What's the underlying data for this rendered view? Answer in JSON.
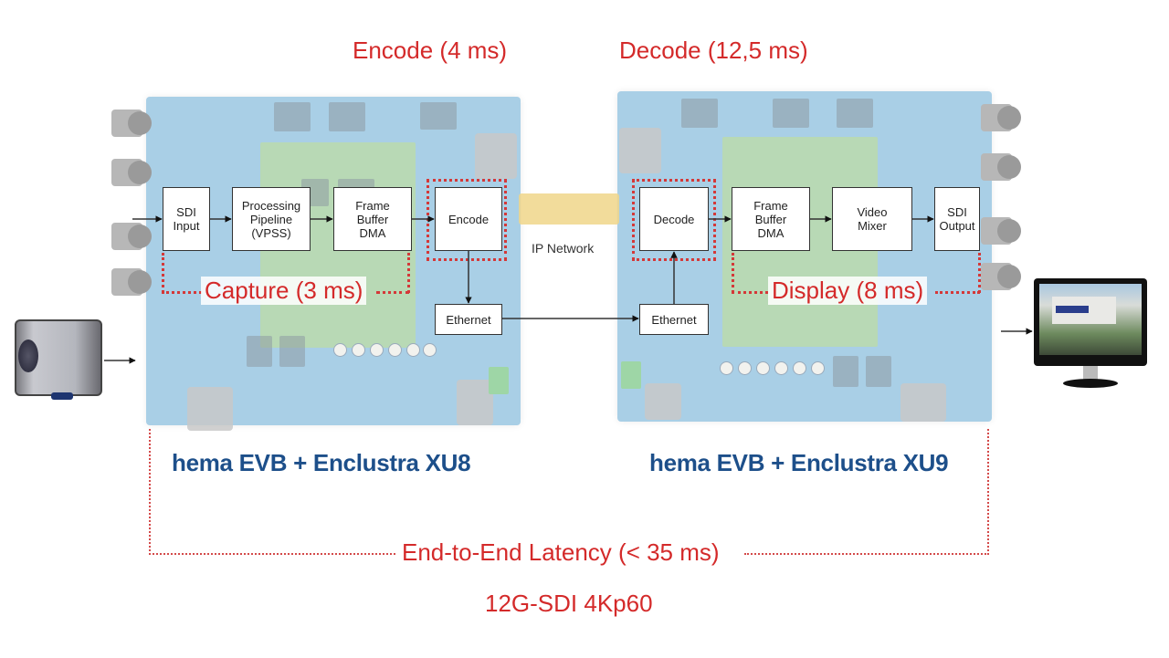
{
  "headers": {
    "encode": "Encode (4 ms)",
    "decode": "Decode (12,5 ms)"
  },
  "encoder_side": {
    "board_label": "hema EVB + Enclustra XU8",
    "blocks": [
      {
        "id": "sdi-input",
        "label": "SDI\nInput"
      },
      {
        "id": "processing-pipeline",
        "label": "Processing\nPipeline\n(VPSS)"
      },
      {
        "id": "frame-buffer-dma",
        "label": "Frame\nBuffer\nDMA"
      },
      {
        "id": "encode",
        "label": "Encode"
      },
      {
        "id": "ethernet",
        "label": "Ethernet"
      }
    ],
    "stage_label": "Capture (3 ms)"
  },
  "network": {
    "label": "IP Network"
  },
  "decoder_side": {
    "board_label": "hema EVB + Enclustra XU9",
    "blocks": [
      {
        "id": "decode",
        "label": "Decode"
      },
      {
        "id": "frame-buffer-dma",
        "label": "Frame\nBuffer\nDMA"
      },
      {
        "id": "video-mixer",
        "label": "Video\nMixer"
      },
      {
        "id": "sdi-output",
        "label": "SDI\nOutput"
      },
      {
        "id": "ethernet",
        "label": "Ethernet"
      }
    ],
    "stage_label": "Display (8 ms)"
  },
  "footer": {
    "latency": "End-to-End Latency (< 35 ms)",
    "format": "12G-SDI 4Kp60"
  },
  "devices": {
    "source": "camera-icon",
    "sink": "monitor-icon"
  },
  "colors": {
    "accent_red": "#d42a2a",
    "board_blue": "#1d4f8a"
  }
}
